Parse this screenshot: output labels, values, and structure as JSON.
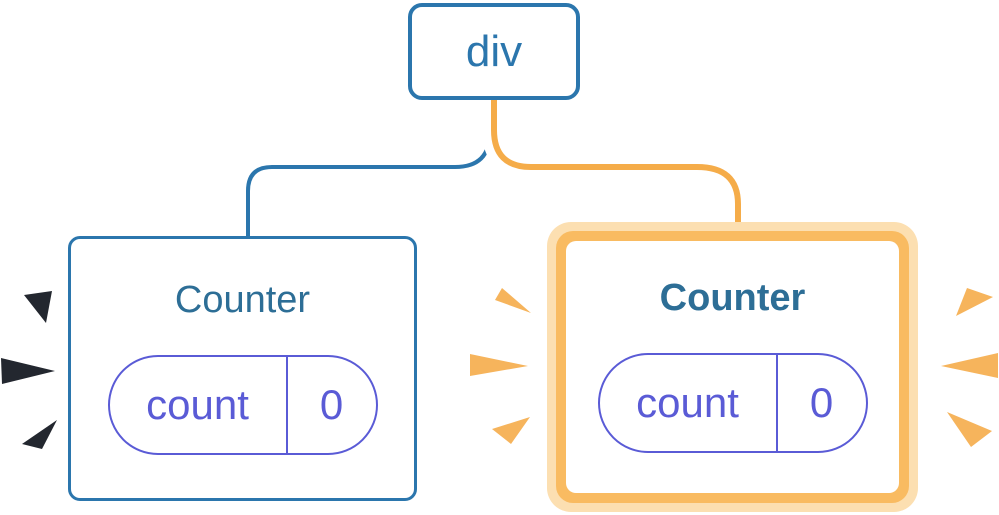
{
  "diagram_title": "component-tree-state-diagram",
  "tree": {
    "root": {
      "label": "div"
    },
    "left": {
      "title": "Counter",
      "state_key": "count",
      "state_value": "0",
      "highlighted": false,
      "burst_color_name": "dark"
    },
    "right": {
      "title": "Counter",
      "state_key": "count",
      "state_value": "0",
      "highlighted": true,
      "burst_color_name": "orange"
    }
  },
  "colors": {
    "tree_blue": "#2B76AD",
    "title_blue": "#2D6E96",
    "state_indigo": "#5A5BD6",
    "edge_orange": "#F5AC49",
    "edge_casing_white": "#FFFFFF",
    "highlight_ring_orange": "#F9BB61",
    "highlight_ring_light": "#FCDFB1",
    "burst_orange": "#F6B45C",
    "burst_dark": "#23272F",
    "card_background": "#FFFFFF"
  }
}
